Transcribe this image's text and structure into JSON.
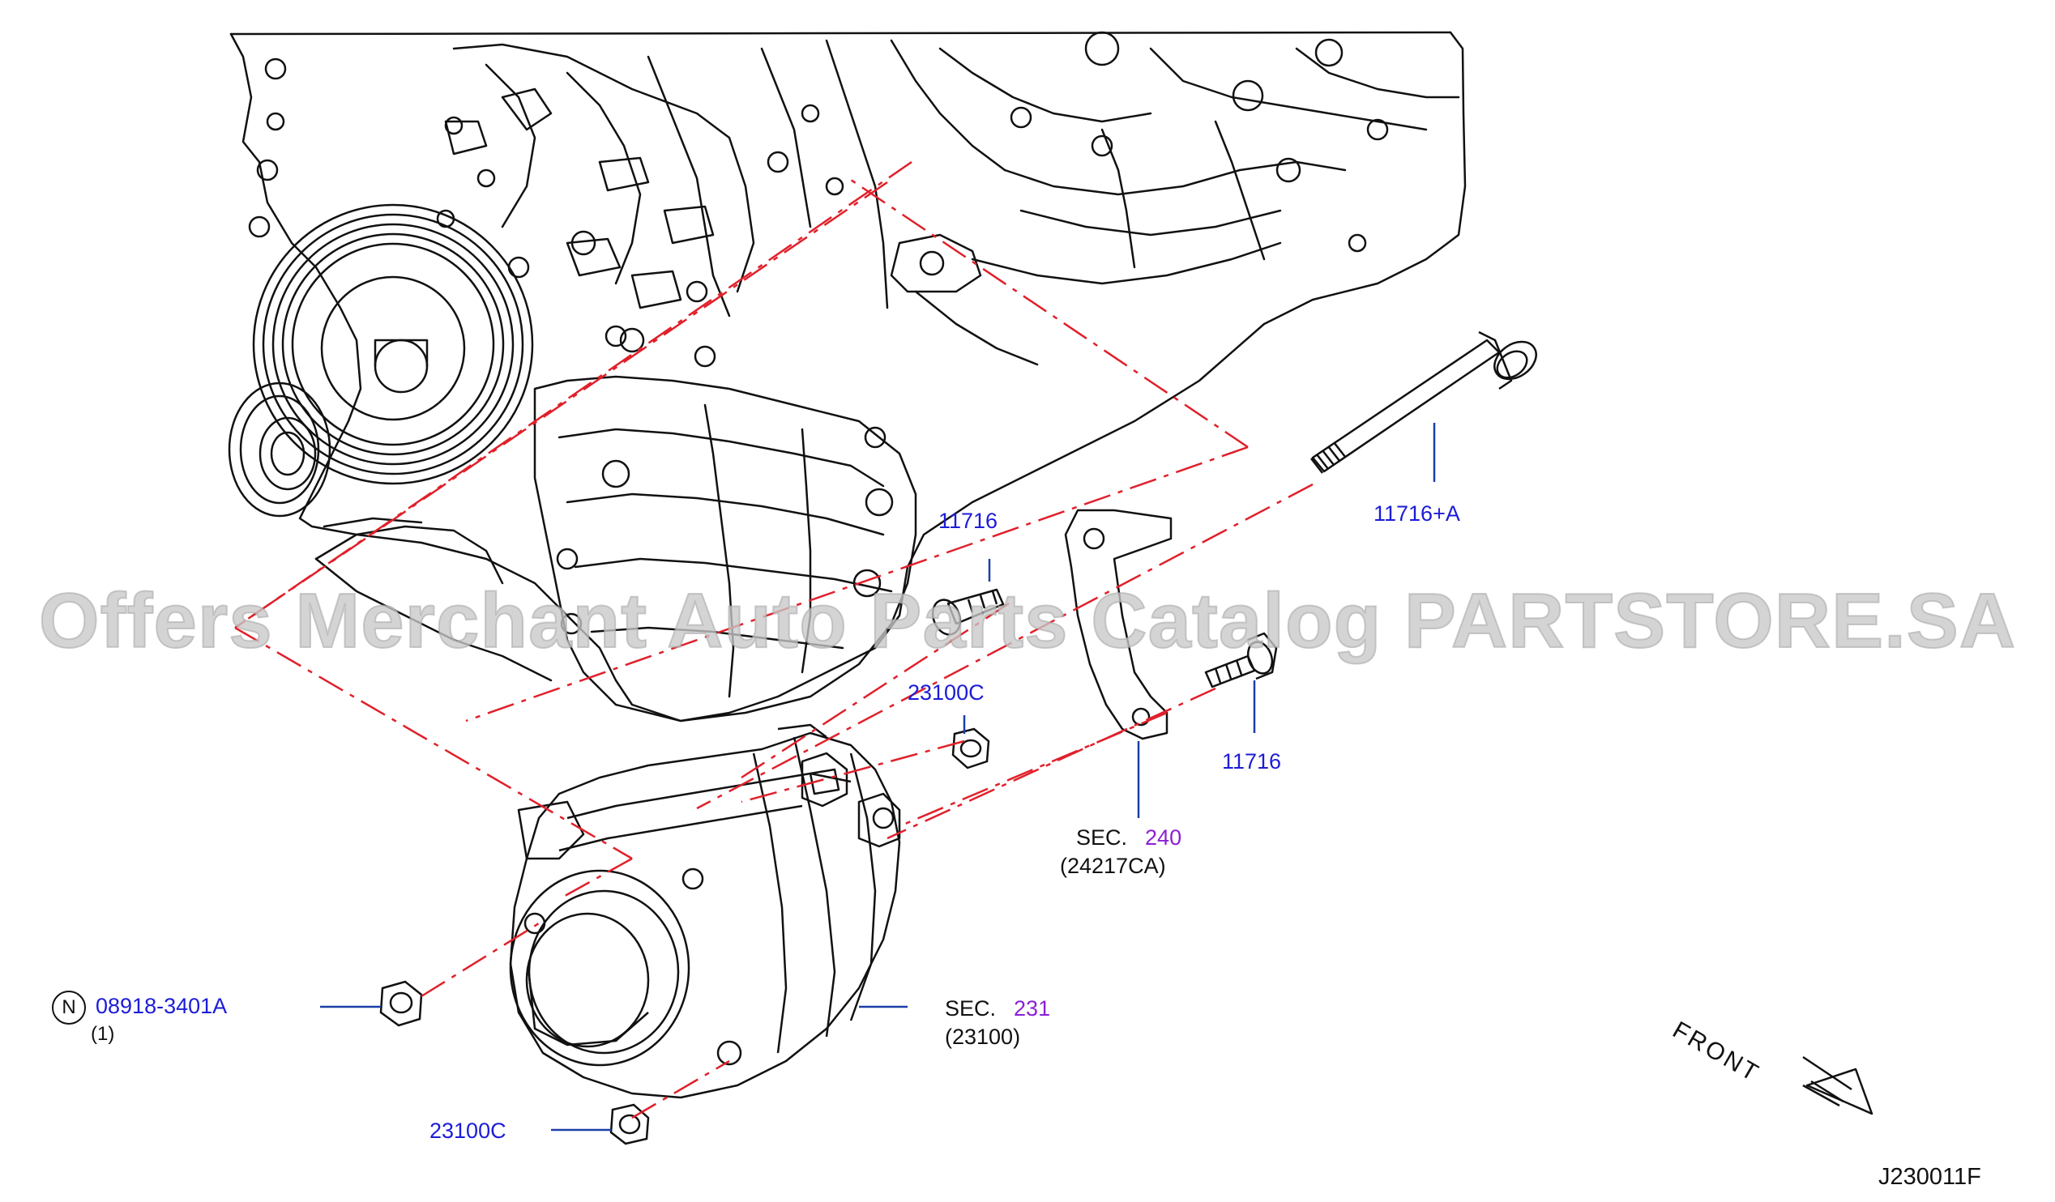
{
  "labels": {
    "bolt_long": "11716+A",
    "bolt_upper": "11716",
    "bolt_lower": "11716",
    "nut_upper": "23100C",
    "nut_lower": "23100C",
    "nut_left_part": "08918-3401A",
    "nut_left_qty": "(1)",
    "nut_left_marker": "N",
    "bracket_sec_word": "SEC.",
    "bracket_sec_num": "240",
    "bracket_sec_code": "(24217CA)",
    "alt_sec_word": "SEC.",
    "alt_sec_num": "231",
    "alt_sec_code": "(23100)",
    "front": "FRONT",
    "diagram_code": "J230011F"
  },
  "watermark": "Offers Merchant Auto Parts Catalog PARTSTORE.SA",
  "colors": {
    "part_number": "#1c1cd8",
    "section_number": "#8b1fd4",
    "text": "#111111",
    "assembly_line": "#e0202a",
    "leader_line": "#1a3fa8",
    "watermark": "#c8c8c8"
  }
}
